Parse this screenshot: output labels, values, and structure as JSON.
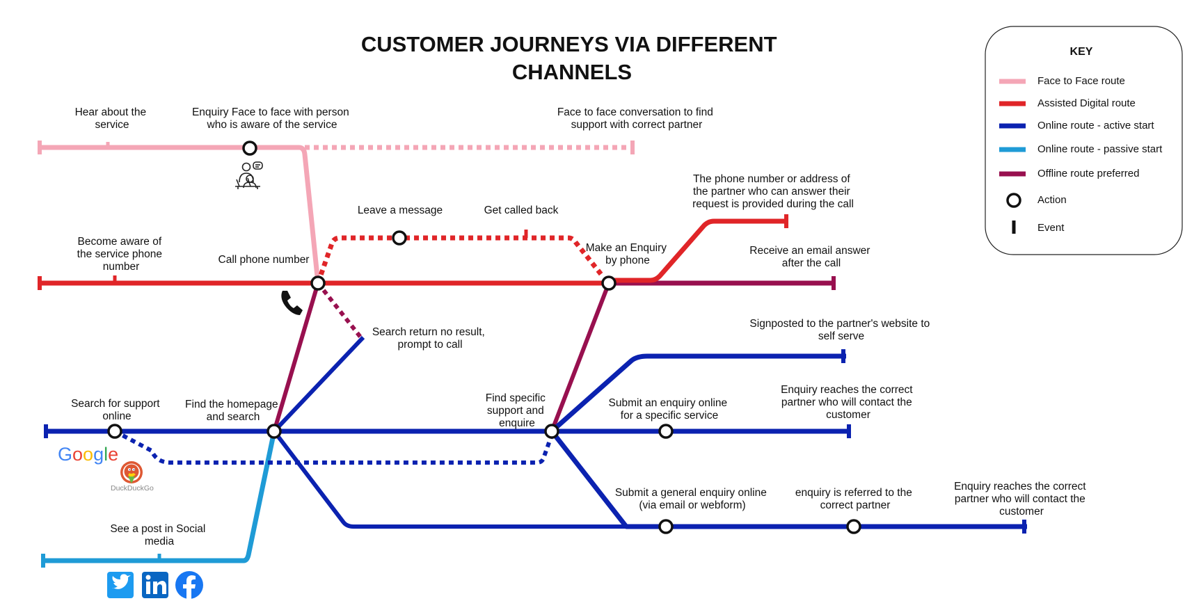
{
  "title": [
    "CUSTOMER JOURNEYS VIA DIFFERENT",
    "CHANNELS"
  ],
  "colors": {
    "face_to_face": "#f4a6b6",
    "assisted_digital": "#e02528",
    "online_active": "#0b22b0",
    "online_passive": "#1f9bd6",
    "offline": "#98104f",
    "node_fill": "#ffffff",
    "node_stroke": "#111111"
  },
  "labels": {
    "hear_about": [
      "Hear about the",
      "service"
    ],
    "enquiry_f2f": [
      "Enquiry Face to face with person",
      "who is aware of the service"
    ],
    "f2f_conversation": [
      "Face to face conversation to find",
      "support with correct partner"
    ],
    "leave_message": [
      "Leave a message"
    ],
    "get_called_back": [
      "Get called back"
    ],
    "phone_provided": [
      "The phone number or address of",
      "the partner who can answer their",
      "request is provided during the call"
    ],
    "aware_phone": [
      "Become aware of",
      "the service phone",
      "number"
    ],
    "call_phone": [
      "Call phone number"
    ],
    "make_enquiry": [
      "Make an Enquiry",
      "by phone"
    ],
    "email_answer": [
      "Receive an email answer",
      "after the call"
    ],
    "search_no_result": [
      "Search return no result,",
      "prompt to call"
    ],
    "signposted": [
      "Signposted to the partner's website to",
      "self serve"
    ],
    "search_support": [
      "Search for support",
      "online"
    ],
    "find_homepage": [
      "Find the homepage",
      "and search"
    ],
    "find_specific": [
      "Find specific",
      "support and",
      "enquire"
    ],
    "submit_specific": [
      "Submit an enquiry online",
      "for a specific service"
    ],
    "enquiry_reaches_1": [
      "Enquiry reaches the correct",
      "partner who will contact the",
      "customer"
    ],
    "submit_general": [
      "Submit a general enquiry online",
      "(via email or webform)"
    ],
    "referred": [
      "enquiry is referred to the",
      "correct partner"
    ],
    "enquiry_reaches_2": [
      "Enquiry reaches the correct",
      "partner who will contact the",
      "customer"
    ],
    "social_post": [
      "See a post in Social",
      "media"
    ]
  },
  "logos": {
    "google": "Google",
    "duckduckgo": "DuckDuckGo",
    "social": [
      "twitter-icon",
      "linkedin-icon",
      "facebook-icon"
    ]
  },
  "key": {
    "title": "KEY",
    "items": [
      {
        "label": "Face to Face route",
        "kind": "line",
        "color": "#f4a6b6"
      },
      {
        "label": "Assisted Digital route",
        "kind": "line",
        "color": "#e02528"
      },
      {
        "label": "Online route - active start",
        "kind": "line",
        "color": "#0b22b0"
      },
      {
        "label": "Online route - passive start",
        "kind": "line",
        "color": "#1f9bd6"
      },
      {
        "label": "Offline route preferred",
        "kind": "line",
        "color": "#98104f"
      },
      {
        "label": "Action",
        "kind": "node"
      },
      {
        "label": "Event",
        "kind": "tick"
      }
    ]
  }
}
